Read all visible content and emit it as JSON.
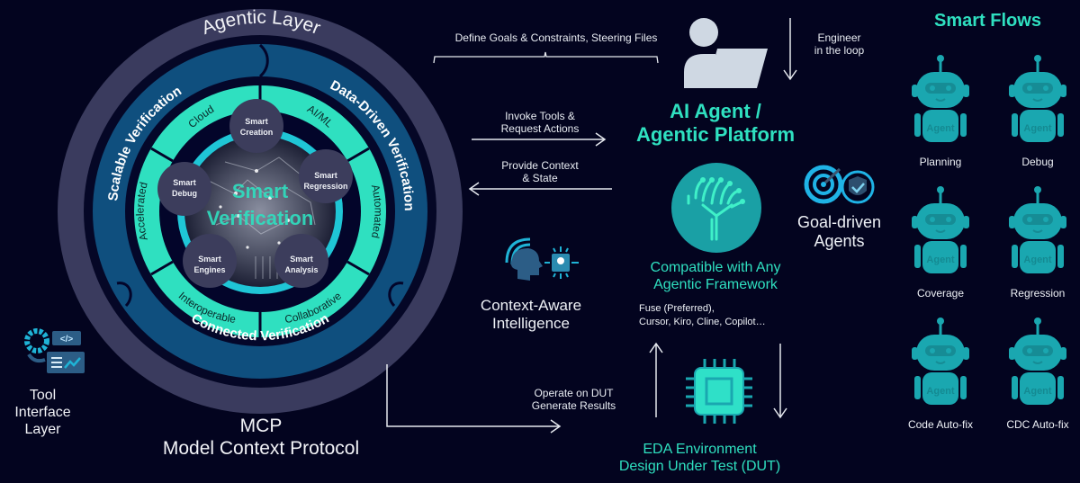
{
  "colors": {
    "background": "#03041f",
    "outer_ring": "#3a3b5e",
    "blue_ring": "#0f4f7e",
    "mint": "#2fe0c0",
    "teal_icon": "#1aa7b0",
    "node_fill": "#3c3d5c"
  },
  "wheel": {
    "outer_label": "Agentic Layer",
    "blue_segments": [
      "Scalable Verification",
      "Data-Driven Verification",
      "Connected Verification"
    ],
    "mint_segments": [
      "Cloud",
      "AI/ML",
      "Automated",
      "Collaborative",
      "Interoperable",
      "Accelerated"
    ],
    "center_title_line1": "Smart",
    "center_title_line2": "Verification",
    "nodes": [
      {
        "line1": "Smart",
        "line2": "Creation"
      },
      {
        "line1": "Smart",
        "line2": "Regression"
      },
      {
        "line1": "Smart",
        "line2": "Analysis"
      },
      {
        "line1": "Smart",
        "line2": "Engines"
      },
      {
        "line1": "Smart",
        "line2": "Debug"
      }
    ]
  },
  "mcp": {
    "line1": "MCP",
    "line2": "Model Context Protocol"
  },
  "tool_interface": {
    "line1": "Tool Interface",
    "line2": "Layer",
    "icon": "tool-interface-icon"
  },
  "flows": {
    "define_goals": "Define Goals & Constraints, Steering Files",
    "invoke_tools": {
      "line1": "Invoke Tools &",
      "line2": "Request Actions"
    },
    "provide_context": {
      "line1": "Provide Context",
      "line2": "& State"
    },
    "operate_dut": {
      "line1": "Operate on DUT",
      "line2": "Generate Results"
    },
    "engineer": {
      "line1": "Engineer",
      "line2": "in the loop"
    }
  },
  "agent_platform": {
    "line1": "AI Agent /",
    "line2": "Agentic Platform"
  },
  "compatible": {
    "line1": "Compatible with Any",
    "line2": "Agentic Framework",
    "detail1": "Fuse (Preferred),",
    "detail2": "Cursor, Kiro, Cline, Copilot…"
  },
  "context_aware": {
    "line1": "Context-Aware",
    "line2": "Intelligence"
  },
  "goal_driven": {
    "line1": "Goal-driven",
    "line2": "Agents"
  },
  "eda": {
    "line1": "EDA Environment",
    "line2": "Design Under Test (DUT)"
  },
  "smart_flows": {
    "title": "Smart Flows",
    "robot_badge": "Agent",
    "agents": [
      "Planning",
      "Debug",
      "Coverage",
      "Regression",
      "Code Auto-fix",
      "CDC Auto-fix"
    ]
  }
}
